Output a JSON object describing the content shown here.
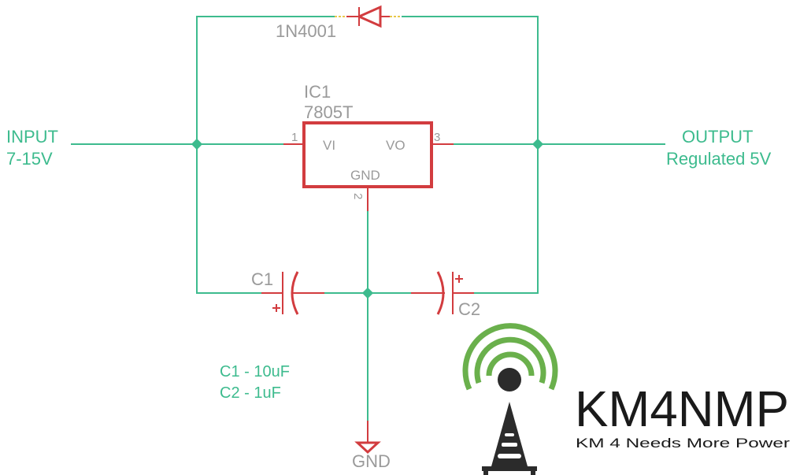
{
  "schematic": {
    "diode": {
      "label": "1N4001"
    },
    "regulator": {
      "ref": "IC1",
      "value": "7805T",
      "pins": {
        "in_num": "1",
        "in_name": "VI",
        "out_num": "3",
        "out_name": "VO",
        "gnd_num": "2",
        "gnd_name": "GND"
      }
    },
    "input": {
      "line1": "INPUT",
      "line2": "7-15V"
    },
    "output": {
      "line1": "OUTPUT",
      "line2": "Regulated 5V"
    },
    "c1": {
      "ref": "C1",
      "polarity": "+"
    },
    "c2": {
      "ref": "C2",
      "polarity": "+"
    },
    "notes": {
      "line1": "C1 - 10uF",
      "line2": "C2 - 1uF"
    },
    "ground": {
      "label": "GND"
    }
  },
  "logo": {
    "title": "KM4NMP",
    "tagline": "KM 4 Needs More Power",
    "icon": "radio-tower-icon",
    "colors": {
      "waves": "#6ab04c",
      "tower": "#2b2b2b"
    }
  },
  "colors": {
    "wire": "#3dbb8e",
    "part": "#d23c3f",
    "text_grey": "#9a9a9a"
  }
}
